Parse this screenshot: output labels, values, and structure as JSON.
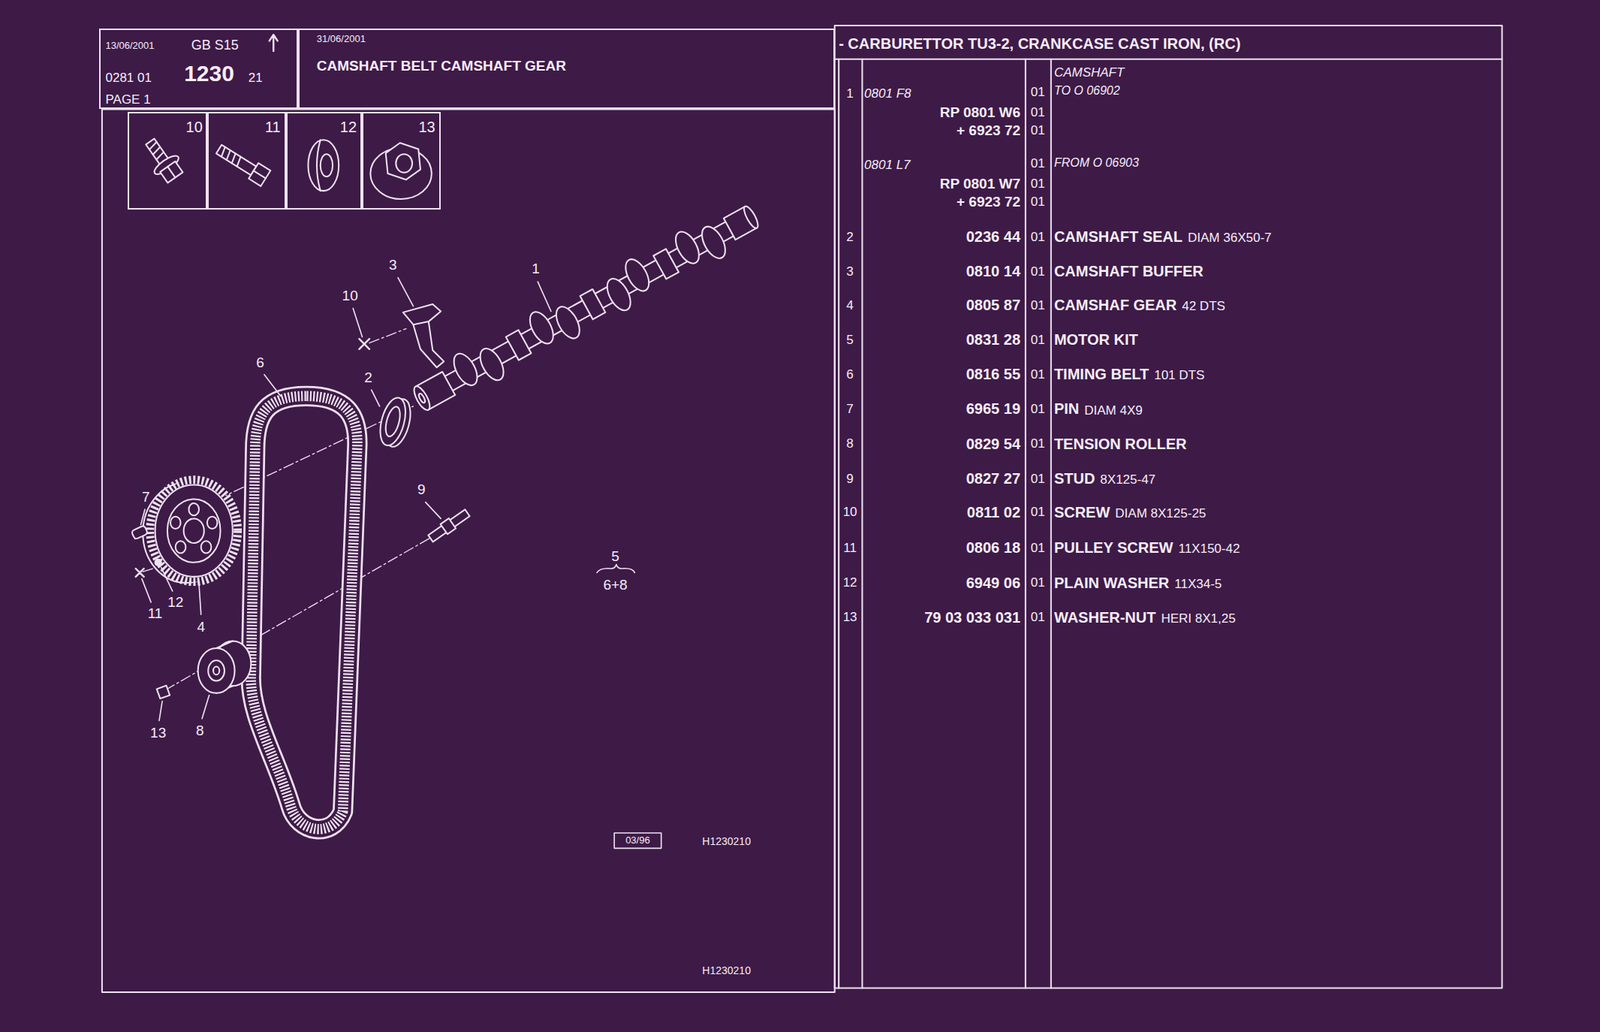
{
  "diagram": {
    "title": "CAMSHAFT BELT CAMSHAFT GEAR",
    "nodes": [
      {
        "text": [
          "13/06/2001",
          "GB S15",
          "0281 01",
          "1230",
          "21",
          "PAGE 1"
        ]
      },
      {
        "text": [
          "31/06/2001"
        ]
      },
      {
        "text": [
          "10"
        ]
      },
      {
        "text": [
          "11"
        ]
      },
      {
        "text": [
          "12"
        ]
      },
      {
        "text": [
          "13"
        ]
      }
    ],
    "labels": [
      "- CARBURETTOR TU3-2, CRANKCASE CAST IRON, (RC)",
      "1",
      "0801 F8",
      "01",
      "CAMSHAFT",
      "TO O 06902",
      "RP 0801 W6",
      "01",
      "+ 6923 72",
      "01",
      "0801 L7",
      "01",
      "FROM O 06903",
      "RP 0801 W7",
      "01",
      "+ 6923 72",
      "01",
      "2",
      "0236 44",
      "01",
      "CAMSHAFT SEAL",
      "DIAM 36X50-7",
      "3",
      "0810 14",
      "01",
      "CAMSHAFT BUFFER",
      "4",
      "0805 87",
      "01",
      "CAMSHAF GEAR",
      "42 DTS",
      "5",
      "0831 28",
      "01",
      "MOTOR KIT",
      "6",
      "0816 55",
      "01",
      "TIMING BELT",
      "101 DTS",
      "7",
      "6965 19",
      "01",
      "PIN",
      "DIAM 4X9",
      "8",
      "0829 54",
      "01",
      "TENSION ROLLER",
      "9",
      "0827 27",
      "01",
      "STUD",
      "8X125-47",
      "10",
      "0811 02",
      "01",
      "SCREW",
      "DIAM 8X125-25",
      "11",
      "0806 18",
      "01",
      "PULLEY SCREW",
      "11X150-42",
      "12",
      "6949 06",
      "01",
      "PLAIN WASHER",
      "11X34-5",
      "13",
      "79 03 033 031",
      "01",
      "WASHER-NUT",
      "HERI 8X1,25",
      "3",
      "1",
      "10",
      "6",
      "2",
      "9",
      "7",
      "12",
      "11",
      "4",
      "13",
      "8",
      "5",
      "6+8",
      "03/96",
      "H1230210",
      "H1230210"
    ]
  }
}
